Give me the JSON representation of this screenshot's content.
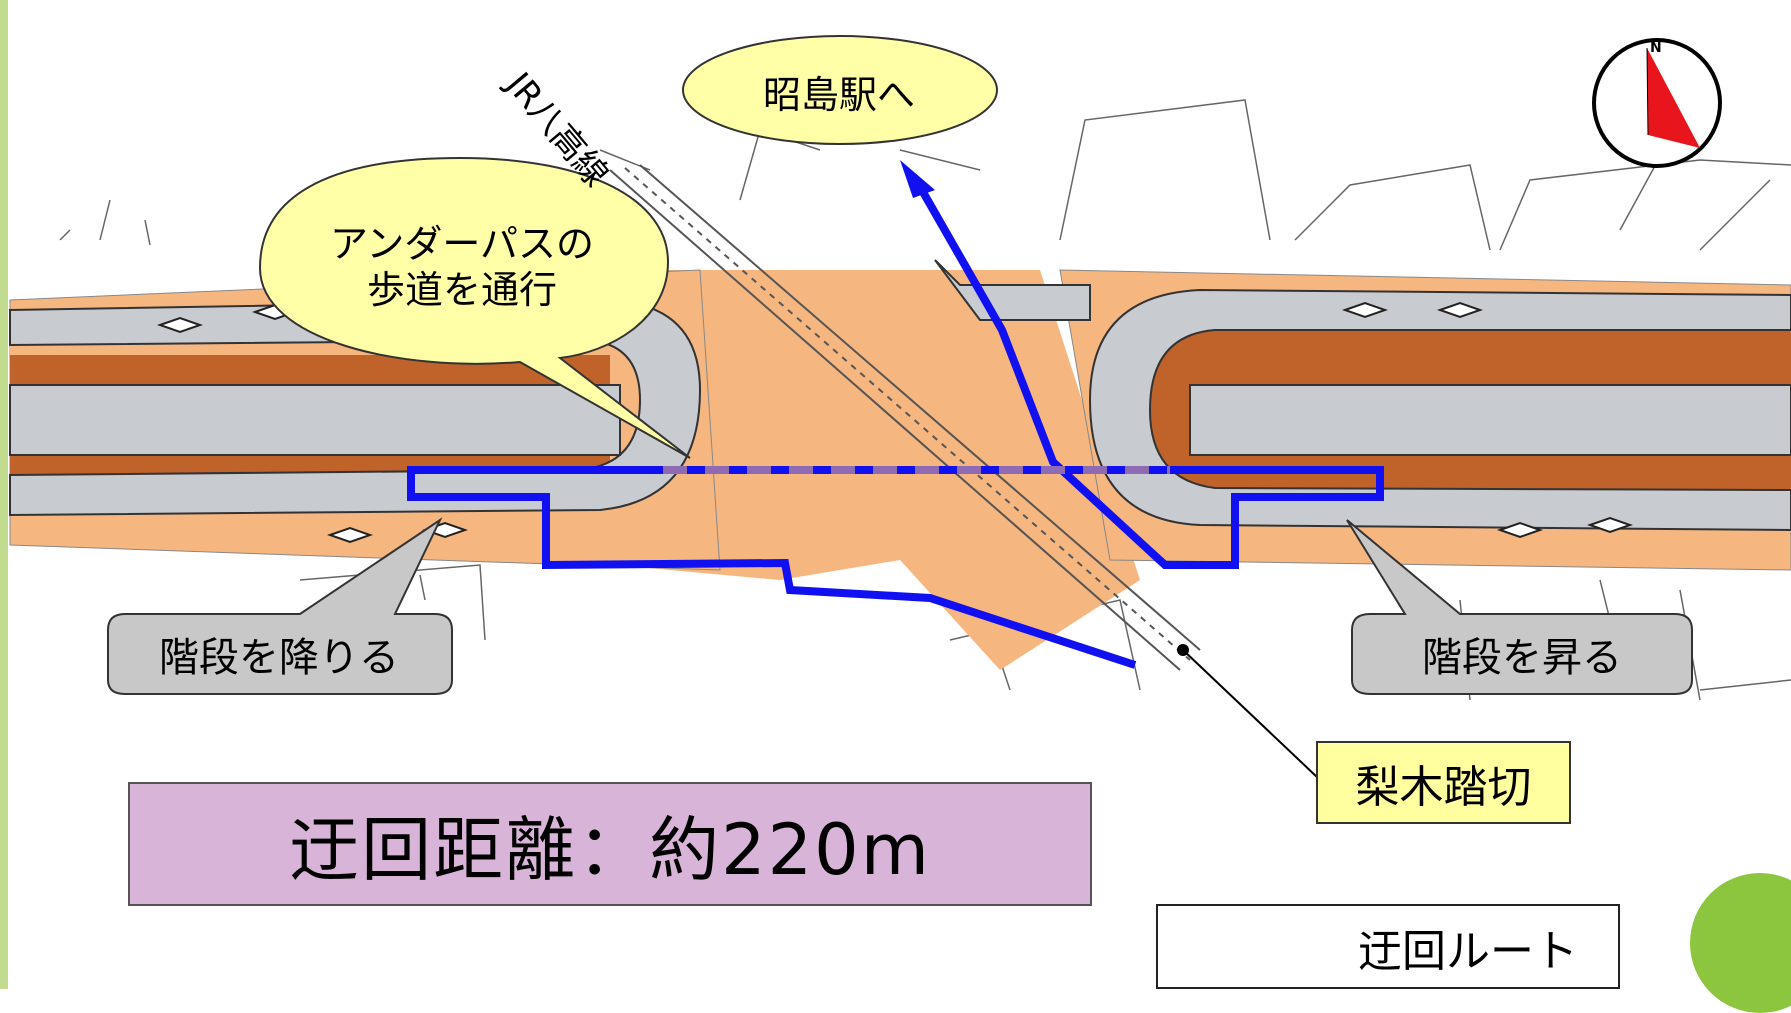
{
  "labels": {
    "railway": "JR八高線",
    "station": "昭島駅へ",
    "underpass_line1": "アンダーパスの",
    "underpass_line2": "歩道を通行",
    "stairs_down": "階段を降りる",
    "stairs_up": "階段を昇る",
    "crossing": "梨木踏切",
    "distance": "迂回距離：約220m",
    "compass_north": "N"
  },
  "legend": {
    "route_label": "迂回ルート"
  },
  "colors": {
    "route": "#1010f0",
    "road_gray": "#c8cbd0",
    "embankment_orange": "#f6b680",
    "retaining_brown": "#c0632a",
    "callout_yellow": "#ffffa8",
    "callout_gray": "#c8c8c8",
    "distance_purple": "#d8b4d8",
    "compass_red": "#e8151d",
    "slide_bar_green": "#c2dc8f"
  }
}
